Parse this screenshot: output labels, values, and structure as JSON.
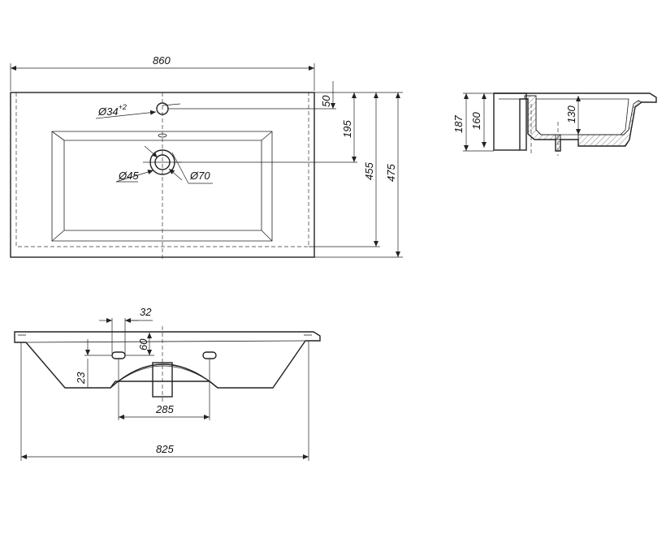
{
  "top_view": {
    "width": "860",
    "depth_outer": "475",
    "depth_inner": "455",
    "tap_hole_offset": "50",
    "drain_offset": "195",
    "tap_hole_dia": "Ø34",
    "tap_hole_tol": "+2",
    "drain_dia_small": "Ø45",
    "drain_dia_large": "Ø70"
  },
  "side_view": {
    "height_total": "187",
    "height_body": "160",
    "bowl_depth": "130"
  },
  "front_view": {
    "slot_width": "32",
    "slot_height": "60",
    "edge_thickness": "23",
    "slot_spacing": "285",
    "base_width": "825"
  }
}
